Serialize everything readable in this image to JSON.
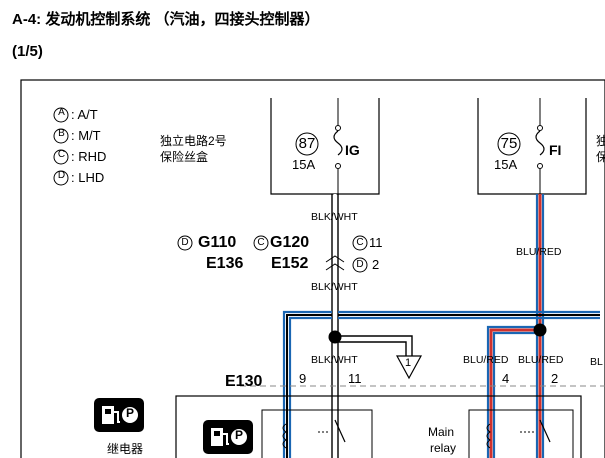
{
  "header": {
    "title": "A-4: 发动机控制系统 （汽油，四接头控制器）",
    "page": "(1/5)"
  },
  "legend": {
    "items": [
      {
        "mark": "A",
        "text": ": A/T"
      },
      {
        "mark": "B",
        "text": ": M/T"
      },
      {
        "mark": "C",
        "text": ": RHD"
      },
      {
        "mark": "D",
        "text": ": LHD"
      }
    ]
  },
  "fuse_box": {
    "label_line1": "独立电路2号",
    "label_line2": "保险丝盒",
    "label_cut1": "独",
    "label_cut2": "保"
  },
  "fuses": [
    {
      "number": "87",
      "amps": "15A",
      "name": "IG"
    },
    {
      "number": "75",
      "amps": "15A",
      "name": "FI"
    }
  ],
  "wire_colors": {
    "blk_wht": "BLK/WHT",
    "blu_red": "BLU/RED",
    "bl_cut": "BL"
  },
  "connectors": {
    "d_mark": "D",
    "c_mark": "C",
    "g110": "G110",
    "g120": "G120",
    "e136": "E136",
    "e152": "E152",
    "c_pin": "11",
    "d_pin": "2",
    "e130": "E130",
    "pins": [
      "9",
      "11",
      "4",
      "2"
    ]
  },
  "reference": {
    "arrow_label": "1"
  },
  "relay": {
    "label_line1": "Main",
    "label_line2": "relay",
    "fp_caption": "继电器",
    "fp_icon_letter": "P"
  },
  "colors": {
    "blue": "#1a66b3",
    "red": "#d0312d",
    "black": "#000000"
  }
}
